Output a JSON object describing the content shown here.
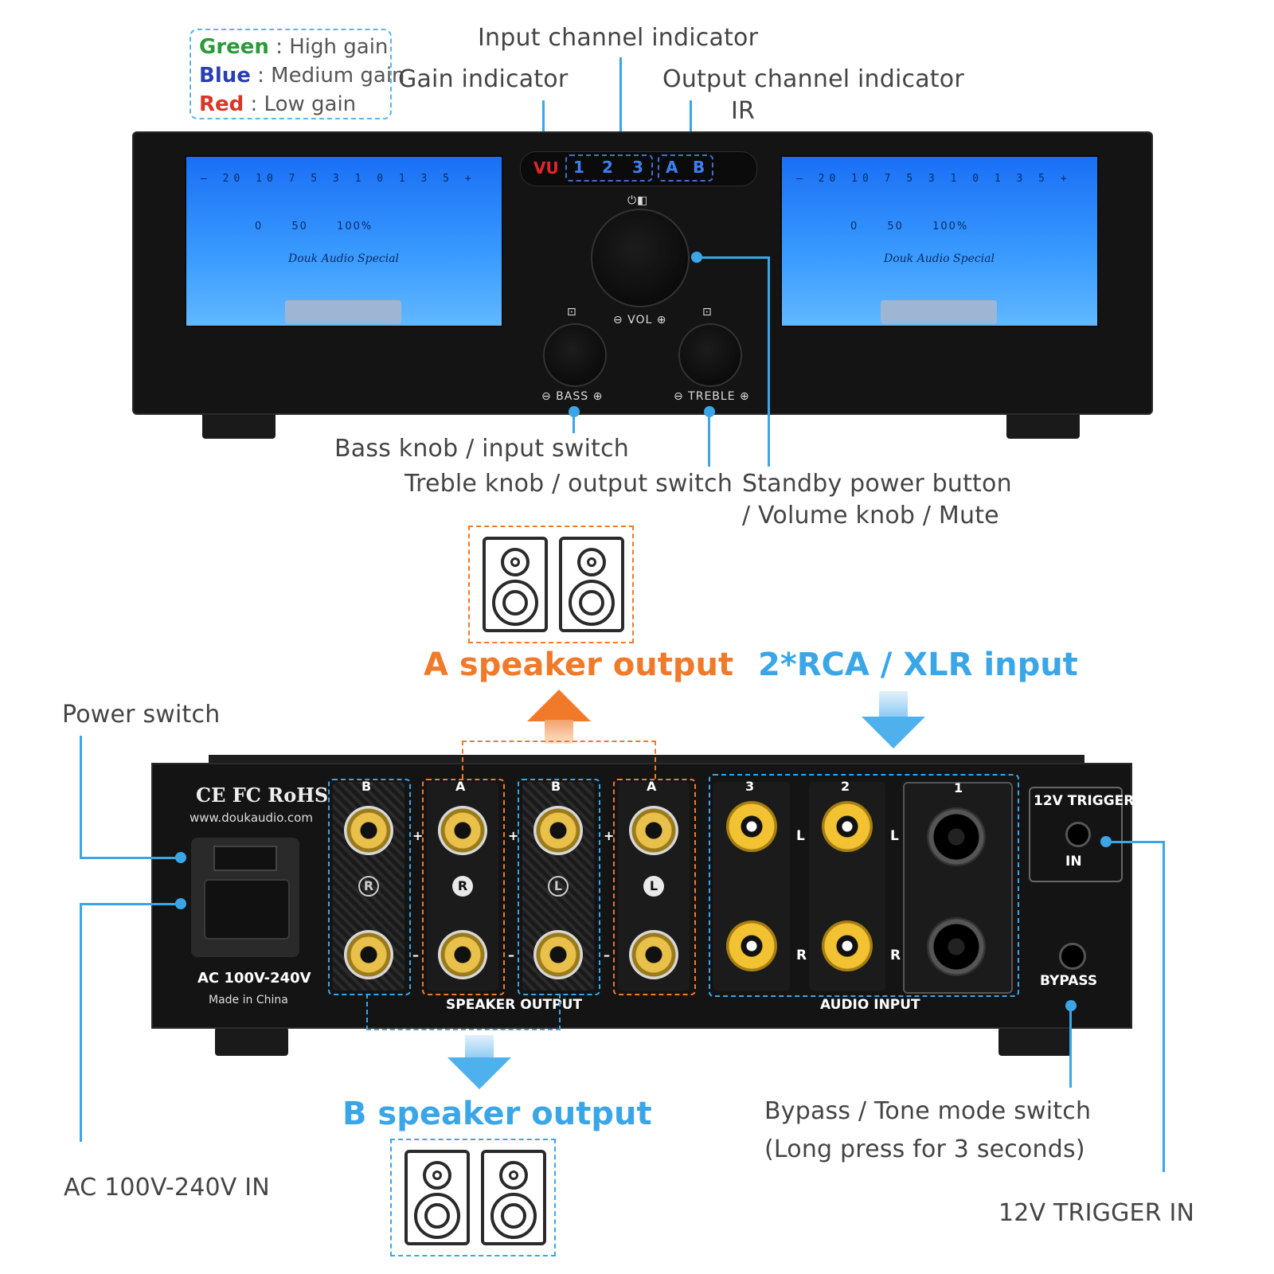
{
  "legend": {
    "green": "Green",
    "green_text": ": High gain",
    "blue": "Blue",
    "blue_text": ": Medium gain",
    "red": "Red",
    "red_text": ": Low gain"
  },
  "callouts": {
    "input_channel": "Input channel indicator",
    "gain": "Gain indicator",
    "output_channel": "Output channel indicator",
    "ir": "IR",
    "bass": "Bass knob / input switch",
    "treble": "Treble knob / output switch",
    "standby_1": "Standby power button",
    "standby_2": "/ Volume knob / Mute",
    "power_switch": "Power switch",
    "ac_in": "AC 100V-240V IN",
    "bypass_1": "Bypass / Tone mode switch",
    "bypass_2": "(Long press for 3 seconds)",
    "trigger": "12V TRIGGER IN"
  },
  "headlines": {
    "a_output": "A speaker output",
    "rca_xlr": "2*RCA / XLR input",
    "b_output": "B speaker output"
  },
  "front_panel": {
    "vu_scale": "– 20 10 7 5 3 1 0 1  3  5 +",
    "vu_percent": "0 50 100%",
    "vu_brand": "Douk Audio Special",
    "indicator_vu": "VU",
    "input_channels": [
      "1",
      "2",
      "3"
    ],
    "output_channels": [
      "A",
      "B"
    ],
    "vol_label": "⊖  VOL  ⊕",
    "bass_label": "⊖  BASS  ⊕",
    "treble_label": "⊖  TREBLE  ⊕"
  },
  "rear_panel": {
    "certs": "CE FC RoHS ♲",
    "website": "www.doukaudio.com",
    "ac_rating": "AC 100V-240V",
    "made_in": "Made in China",
    "speaker_cols": [
      {
        "header": "B",
        "channel": "R"
      },
      {
        "header": "A",
        "channel": "R"
      },
      {
        "header": "B",
        "channel": "L"
      },
      {
        "header": "A",
        "channel": "L"
      }
    ],
    "plus": "+",
    "minus": "–",
    "input_headers": [
      "3",
      "2",
      "1"
    ],
    "left": "L",
    "right": "R",
    "speaker_output": "SPEAKER OUTPUT",
    "audio_input": "AUDIO INPUT",
    "trigger_label": "12V TRIGGER",
    "trigger_in": "IN",
    "bypass_label": "BYPASS"
  }
}
